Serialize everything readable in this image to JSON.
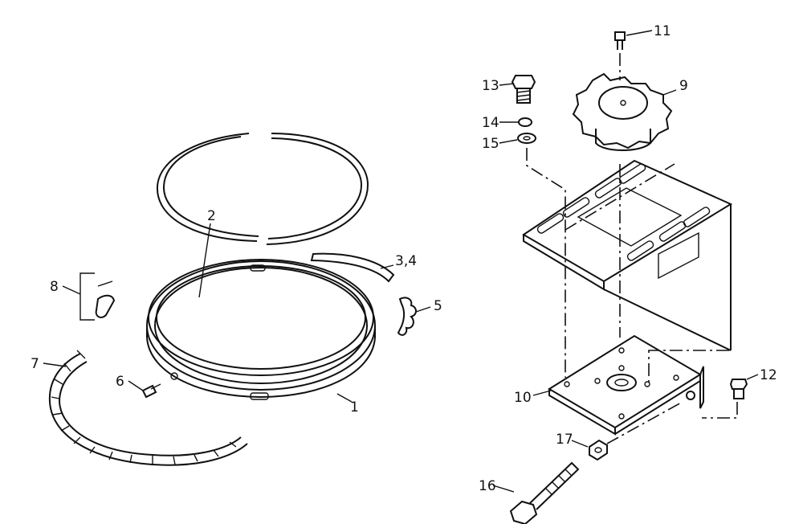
{
  "parts": {
    "p1": "1",
    "p2": "2",
    "p34": "3,4",
    "p5": "5",
    "p6": "6",
    "p7": "7",
    "p8": "8",
    "p9": "9",
    "p10": "10",
    "p11": "11",
    "p12": "12",
    "p13": "13",
    "p14": "14",
    "p15": "15",
    "p16": "16",
    "p17": "17"
  }
}
